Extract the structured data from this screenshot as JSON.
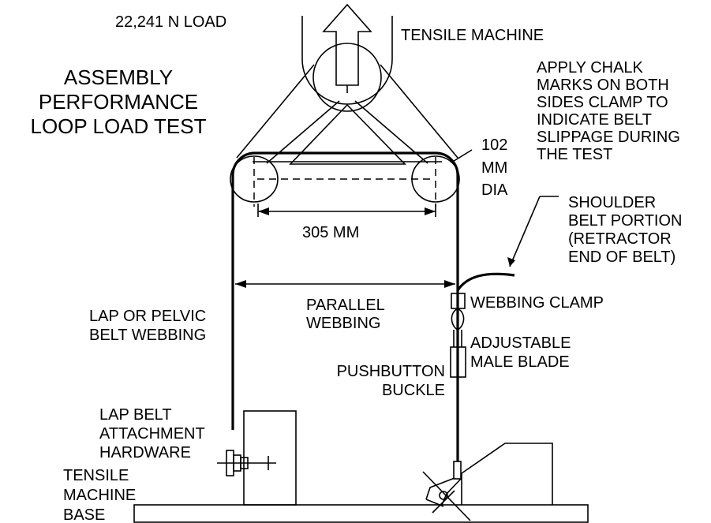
{
  "labels": {
    "load": "22,241 N LOAD",
    "machine": "TENSILE MACHINE",
    "title": [
      "ASSEMBLY",
      "PERFORMANCE",
      "LOOP LOAD TEST"
    ],
    "chalk": [
      "APPLY CHALK",
      "MARKS ON BOTH",
      "SIDES CLAMP TO",
      "INDICATE BELT",
      "SLIPPAGE DURING",
      "THE TEST"
    ],
    "diameter": [
      "102",
      "MM",
      "DIA"
    ],
    "shoulder": [
      "SHOULDER",
      "BELT PORTION",
      "(RETRACTOR",
      "END OF BELT)"
    ],
    "span": "305 MM",
    "parallel": [
      "PARALLEL",
      "WEBBING"
    ],
    "clamp": "WEBBING CLAMP",
    "lap_webbing": [
      "LAP OR PELVIC",
      "BELT WEBBING"
    ],
    "male_blade": [
      "ADJUSTABLE",
      "MALE BLADE"
    ],
    "buckle": [
      "PUSHBUTTON",
      "BUCKLE"
    ],
    "lap_hardware": [
      "LAP BELT",
      "ATTACHMENT",
      "HARDWARE"
    ],
    "base": [
      "TENSILE",
      "MACHINE",
      "BASE"
    ]
  }
}
